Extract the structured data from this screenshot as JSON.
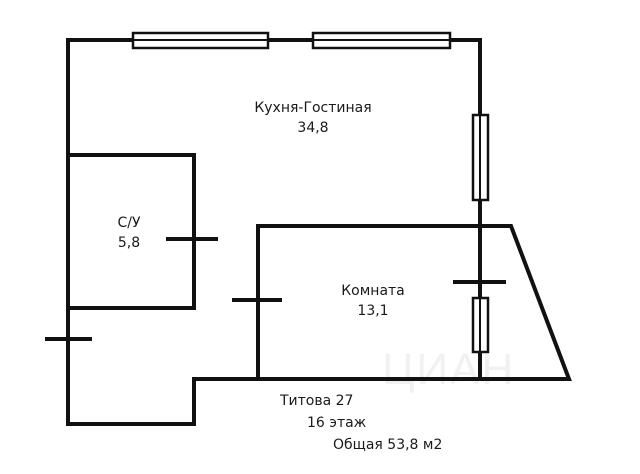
{
  "plan": {
    "rooms": [
      {
        "id": "kitchen",
        "name": "Кухня-Гостиная",
        "area": "34,8"
      },
      {
        "id": "bathroom",
        "name": "С/У",
        "area": "5,8"
      },
      {
        "id": "room",
        "name": "Комната",
        "area": "13,1"
      }
    ],
    "info": {
      "address": "Титова 27",
      "floor": "16 этаж",
      "total": "Общая 53,8 м2"
    },
    "watermark": "ЦИАН",
    "colors": {
      "wall": "#111111",
      "background": "#ffffff",
      "text": "#1a1a1a"
    }
  }
}
